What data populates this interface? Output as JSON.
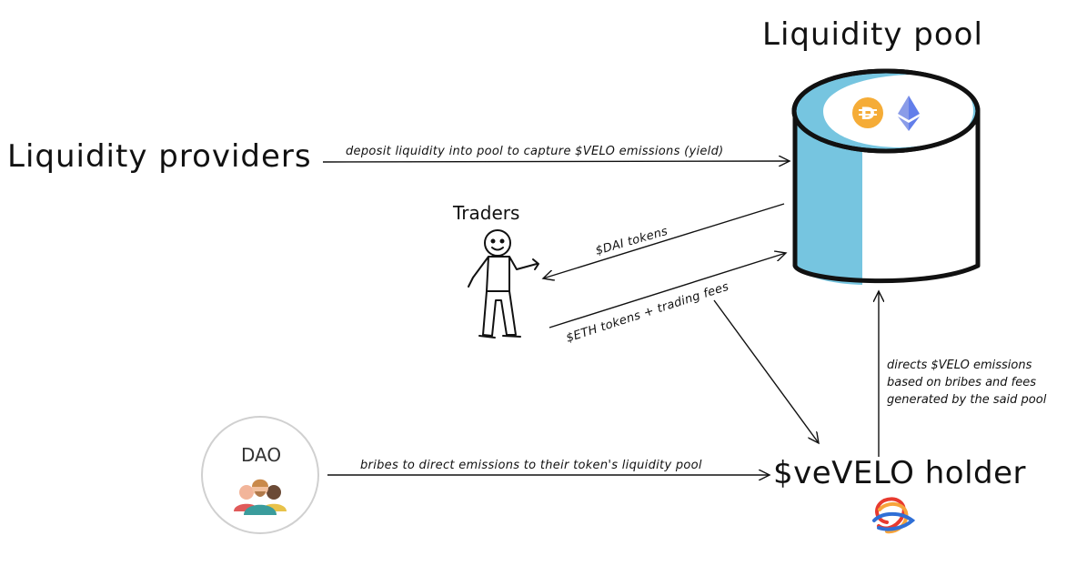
{
  "pool": {
    "title": "Liquidity pool",
    "token_icons": [
      "dai-icon",
      "eth-icon"
    ],
    "colors": {
      "cyan": "#76c5e0",
      "outline": "#111111",
      "dai": "#f5ac37",
      "eth": "#627eea"
    }
  },
  "providers": {
    "label": "Liquidity providers"
  },
  "traders": {
    "label": "Traders"
  },
  "holder": {
    "label": "$veVELO holder",
    "logo": "velodrome-logo-icon"
  },
  "dao": {
    "label": "DAO",
    "icon": "people-group-icon"
  },
  "arrows": {
    "deposit": "deposit liquidity into pool to capture $VELO emissions (yield)",
    "dai_tokens": "$DAI tokens",
    "eth_tokens": "$ETH tokens + trading fees",
    "bribes": "bribes to direct emissions to their token's liquidity pool",
    "directs": "directs $VELO emissions\nbased on bribes and fees\ngenerated by the said pool"
  }
}
